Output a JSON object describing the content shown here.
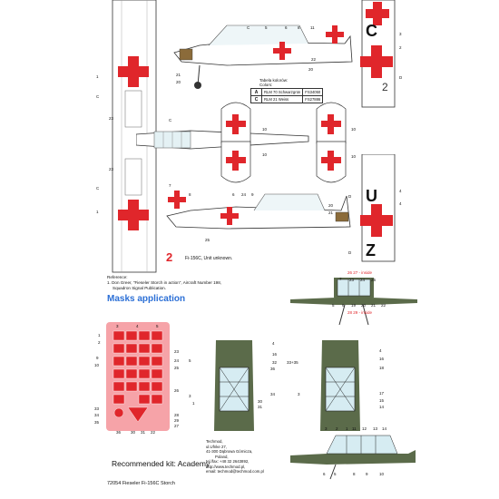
{
  "colors_table": {
    "heading_pl": "Tabela kolorów:",
    "heading_en": "Colors:",
    "rows": [
      {
        "key": "A",
        "name": "RLM 70 Schwarzgrün",
        "fs": "FS34050"
      },
      {
        "key": "C",
        "name": "RLM 21 Weiss",
        "fs": "FS27886"
      }
    ]
  },
  "marking_number": "2",
  "unit_caption": "Fi-156C, Unit unknown.",
  "reference": {
    "title": "Reference:",
    "line1": "1. Don Greer, \"Fieseler Storch in action\", Aircraft Number 198,",
    "line2": "Squadron Signal Publication."
  },
  "masks_title": "Masks application",
  "inside_labels": {
    "top": "26  27 - inside",
    "bottom": "28  29 - inside"
  },
  "recommended_kit": "Recommended kit: Academy",
  "product_title": "72054 Fieseler Fi-156C Storch",
  "company": {
    "name": "Techmod,",
    "street": "ul.Ufnke 27,",
    "city": "41-300 Dąbrowa Górnicza,",
    "country": "Poland,",
    "phone": "tel./fax: +48 32 2643892,",
    "web": "http://www.techmod.pl,",
    "email": "email: techmod@techmod.com.pl"
  },
  "callouts": {
    "side_top": [
      "C",
      "5",
      "6",
      "8",
      "11",
      "21",
      "20",
      "20",
      "22"
    ],
    "side_bottom": [
      "7",
      "8",
      "6",
      "24",
      "9",
      "25",
      "20",
      "21"
    ],
    "left_wing": [
      "1",
      "C",
      "23",
      "23",
      "C",
      "1"
    ],
    "center_plan": [
      "C",
      "10",
      "10"
    ],
    "tail": [
      "3",
      "2",
      "4",
      "D",
      "C",
      "4",
      "D",
      "D",
      "21"
    ],
    "mask_sheet_left": [
      "3",
      "4",
      "5",
      "1",
      "2",
      "9",
      "10",
      "6",
      "7",
      "23",
      "24",
      "25",
      "26",
      "28",
      "29",
      "27",
      "22",
      "33",
      "34",
      "35",
      "36",
      "30",
      "31",
      "32"
    ],
    "mask_sheet_labels": [
      "11",
      "16",
      "12",
      "13",
      "17",
      "14",
      "15",
      "18",
      "19",
      "20",
      "21"
    ],
    "masks_mid": [
      "4",
      "16",
      "5",
      "32",
      "33+35",
      "36",
      "34",
      "3",
      "31",
      "30",
      "1"
    ],
    "masks_right": [
      "4",
      "16",
      "18",
      "17",
      "3",
      "15",
      "14"
    ],
    "front_top": [
      "7",
      "23",
      "24",
      "25",
      "5",
      "6",
      "19",
      "20",
      "21",
      "22"
    ],
    "side_mask": [
      "3",
      "2",
      "1",
      "11",
      "12",
      "13",
      "14",
      "8",
      "9",
      "10",
      "6",
      "5"
    ]
  }
}
